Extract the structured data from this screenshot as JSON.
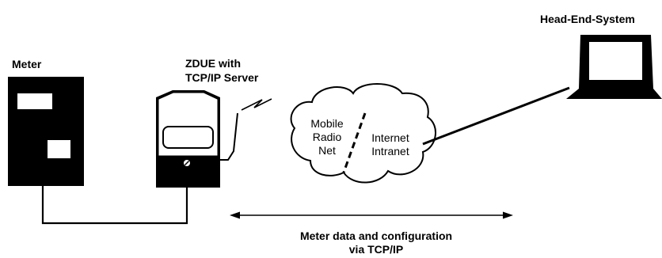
{
  "labels": {
    "meter": "Meter",
    "zdue_line1": "ZDUE with",
    "zdue_line2": "TCP/IP Server",
    "head_end": "Head-End-System",
    "mobile_line1": "Mobile",
    "mobile_line2": "Radio",
    "mobile_line3": "Net",
    "internet_line1": "Internet",
    "internet_line2": "Intranet",
    "caption_line1": "Meter data and configuration",
    "caption_line2": "via TCP/IP"
  },
  "colors": {
    "ink": "#000000",
    "paper": "#ffffff"
  },
  "icons": {
    "meter": "meter-device-icon",
    "zdue": "zdue-modem-icon",
    "antenna": "antenna-icon",
    "radio": "radio-wave-icon",
    "cloud": "network-cloud-icon",
    "computer": "computer-monitor-icon"
  }
}
